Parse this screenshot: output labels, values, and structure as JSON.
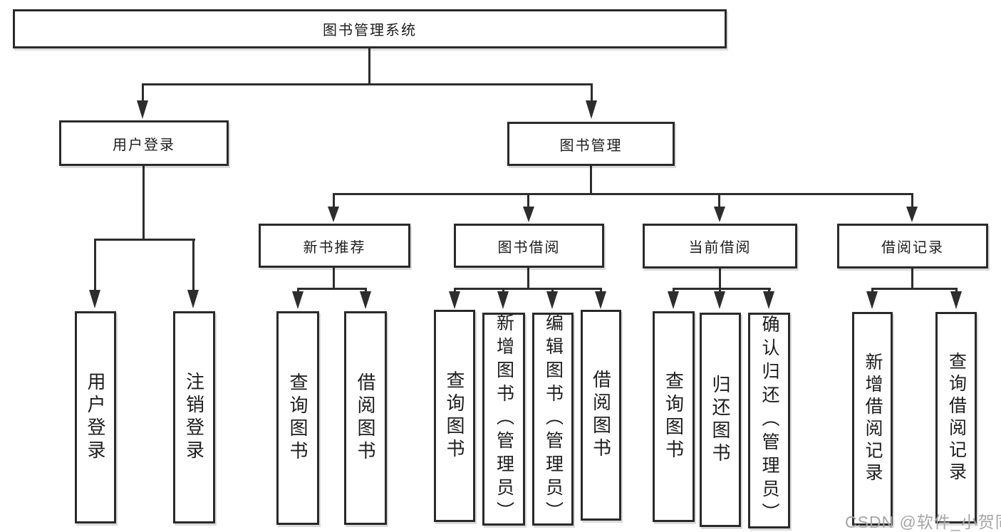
{
  "diagram": {
    "title": "图书管理系统",
    "user_login": {
      "label": "用户登录",
      "children": [
        "用户登录",
        "注销登录"
      ]
    },
    "book_management": {
      "label": "图书管理",
      "sections": {
        "new_books": {
          "label": "新书推荐",
          "children": [
            "查询图书",
            "借阅图书"
          ]
        },
        "borrowing": {
          "label": "图书借阅",
          "children": [
            "查询图书",
            "新增图书（管理员）",
            "编辑图书（管理员）",
            "借阅图书"
          ]
        },
        "current": {
          "label": "当前借阅",
          "children": [
            "查询图书",
            "归还图书",
            "确认归还（管理员）"
          ]
        },
        "records": {
          "label": "借阅记录",
          "children": [
            "新增借阅记录",
            "查询借阅记录"
          ]
        }
      }
    }
  },
  "watermark": {
    "text": "CSDN @软件_小贺同学",
    "color": "#a6a6a6"
  },
  "colors": {
    "line": "#2d2d2d",
    "box_border": "#2a2a2a",
    "text": "#1d1d1d",
    "background": "#ffffff"
  }
}
